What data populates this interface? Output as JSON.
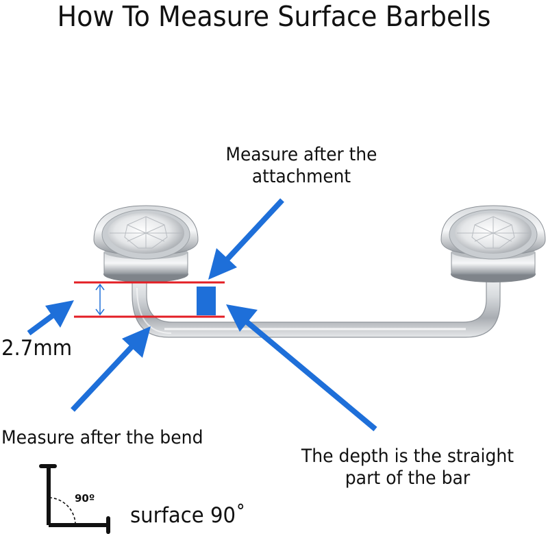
{
  "title": "How To Measure Surface Barbells",
  "labels": {
    "attachment": "Measure after the attachment",
    "dimension": "2.7mm",
    "bend": "Measure after the bend",
    "depth": "The depth is the straight part of the bar",
    "surface": "surface 90˚",
    "angle": "90º"
  },
  "colors": {
    "arrow": "#1e6fd9",
    "guide_line": "#e31e24",
    "depth_block": "#1e6fd9",
    "metal": "#c4c8cc"
  },
  "icons": [
    "arrow-icon",
    "gem-icon",
    "right-angle-icon"
  ]
}
